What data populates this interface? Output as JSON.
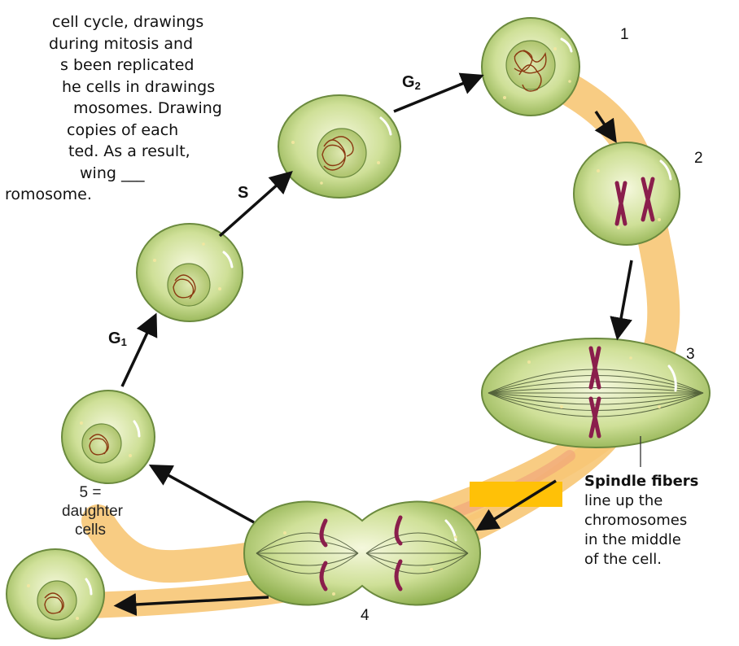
{
  "paragraph_lines": [
    "cell cycle, drawings",
    "during mitosis and",
    "s been replicated",
    "he cells in drawings",
    "mosomes. Drawing",
    "copies of each",
    "ted. As a result,",
    "wing ___",
    "romosome."
  ],
  "phases": {
    "g1_label": "G",
    "g1_sub": "1",
    "s_label": "S",
    "g2_label": "G",
    "g2_sub": "2"
  },
  "numbers": {
    "n1": "1",
    "n2": "2",
    "n3": "3",
    "n4": "4",
    "n5": "5 ="
  },
  "daughter": {
    "line1": "daughter",
    "line2": "cells"
  },
  "spindle": {
    "title": "Spindle fibers",
    "lines": [
      "line up the",
      "chromosomes",
      "in the middle",
      "of the cell."
    ]
  },
  "colors": {
    "band": "#f7c676",
    "cell_fill": "#c3d987",
    "cell_edge": "#6b8a3e",
    "nucleus": "#b7cb78",
    "chromatin": "#8b3a12",
    "chromosome": "#8a1e4c",
    "highlight_box": "#ffc107",
    "arrow": "#111111"
  },
  "icons": [
    "arrow-icon"
  ]
}
